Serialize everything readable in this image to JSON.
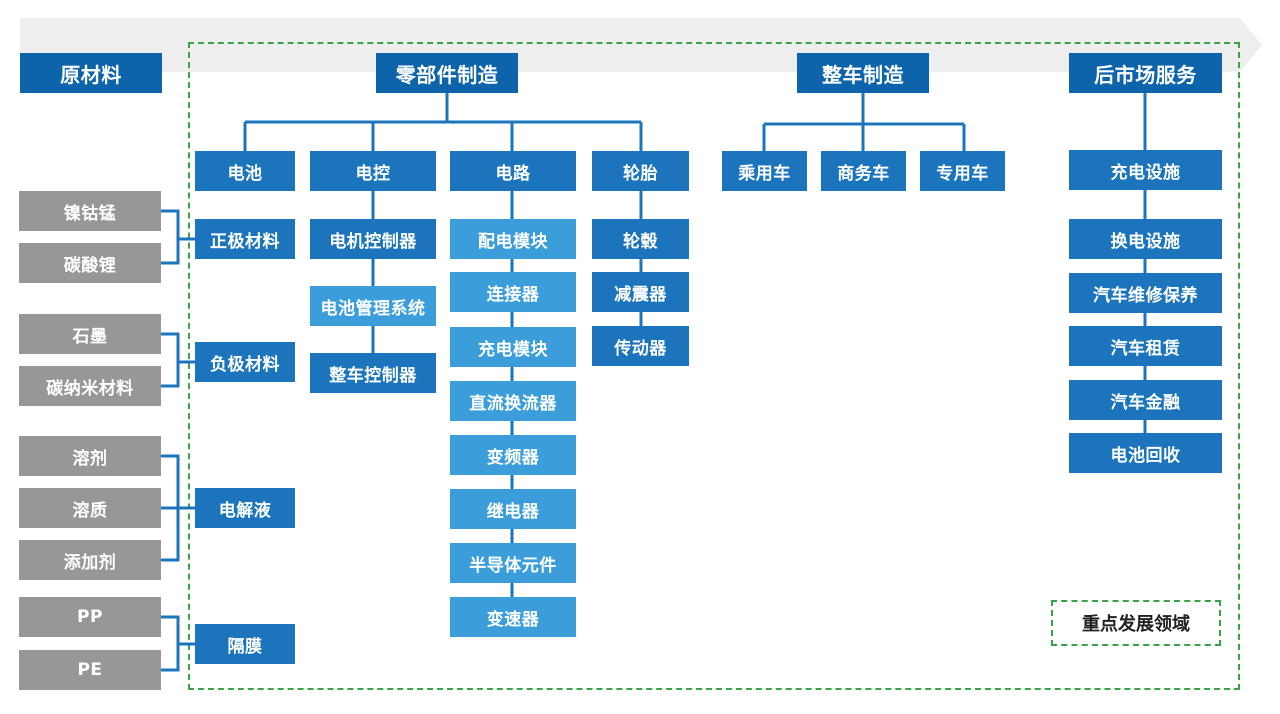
{
  "headers": {
    "raw": "原材料",
    "parts": "零部件制造",
    "vehicle": "整车制造",
    "aftermarket": "后市场服务"
  },
  "raw_materials": [
    "镍钴锰",
    "碳酸锂",
    "石墨",
    "碳纳米材料",
    "溶剂",
    "溶质",
    "添加剂",
    "PP",
    "PE"
  ],
  "battery": {
    "title": "电池",
    "items": [
      "正极材料",
      "负极材料",
      "电解液",
      "隔膜"
    ]
  },
  "electric_control": {
    "title": "电控",
    "items": [
      "电机控制器",
      "电池管理系统",
      "整车控制器"
    ]
  },
  "circuit": {
    "title": "电路",
    "items": [
      "配电模块",
      "连接器",
      "充电模块",
      "直流换流器",
      "变频器",
      "继电器",
      "半导体元件",
      "变速器"
    ]
  },
  "tire": {
    "title": "轮胎",
    "items": [
      "轮毂",
      "减震器",
      "传动器"
    ]
  },
  "vehicles": [
    "乘用车",
    "商务车",
    "专用车"
  ],
  "aftermarket_items": [
    "充电设施",
    "换电设施",
    "汽车维修保养",
    "汽车租赁",
    "汽车金融",
    "电池回收"
  ],
  "legend": {
    "label": "重点发展领域"
  },
  "colors": {
    "header": "#0e64ab",
    "category": "#1b74bc",
    "sub_item": "#3b9edb",
    "raw_material": "#979797",
    "connector": "#1b74bc",
    "focus_frame": "#3aa346",
    "arrow_band": "#eeeeee"
  }
}
